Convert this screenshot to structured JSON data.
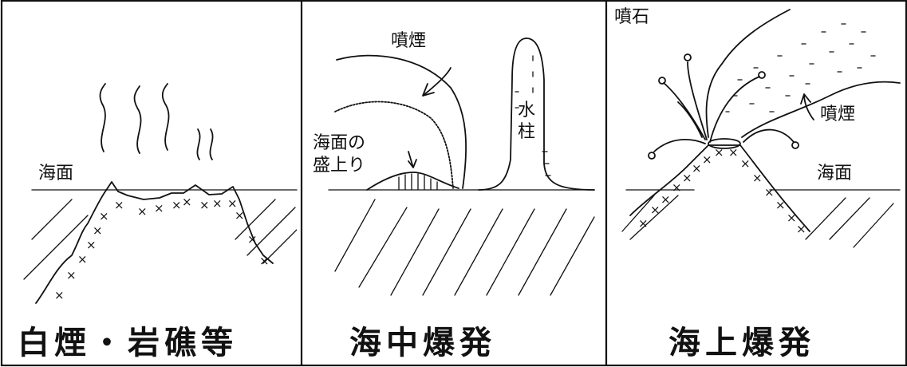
{
  "panels": [
    {
      "caption": "白煙・岩礁等",
      "labels": {
        "sea_surface": "海面"
      }
    },
    {
      "caption": "海中爆発",
      "labels": {
        "smoke": "噴煙",
        "water_column_1": "水",
        "water_column_2": "柱",
        "swell_1": "海面の",
        "swell_2": "盛上り"
      }
    },
    {
      "caption": "海上爆発",
      "labels": {
        "ejecta": "噴石",
        "smoke": "噴煙",
        "sea_surface": "海面"
      }
    }
  ]
}
